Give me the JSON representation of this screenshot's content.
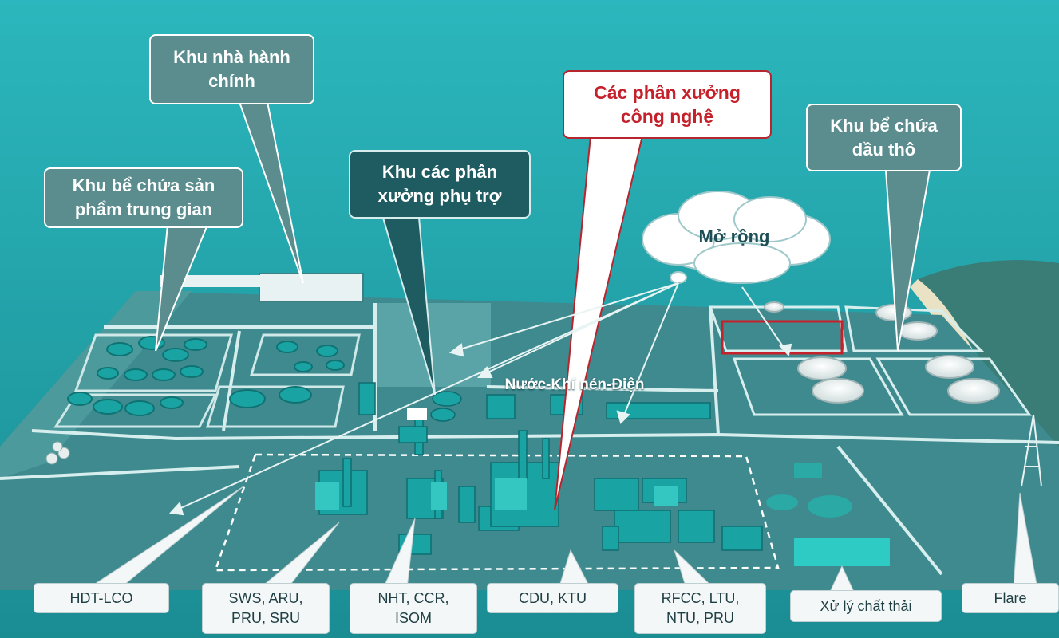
{
  "colors": {
    "sky_top": "#2bb7bd",
    "sky_bottom": "#1a8d93",
    "ground": "#3f8a8f",
    "ground_light": "#6fb3b4",
    "tank": "#1aa3a3",
    "highlight": "#33c5c0",
    "road": "#d7eeee",
    "accent_red": "#c4212b",
    "callout_grey": "#5b8d8e",
    "callout_dark": "#1f5c61"
  },
  "callouts": {
    "admin": "Khu nhà hành\nchính",
    "intermediate_tanks": "Khu bể chứa sản\nphẩm trung gian",
    "utilities": "Khu các phân\nxưởng phụ trợ",
    "process_units": "Các phân xưởng\ncông nghệ",
    "crude_tanks": "Khu bể chứa\ndầu thô",
    "expansion": "Mở rộng",
    "utility_center": "Nước-Khí nén-Điện"
  },
  "units": [
    "HDT-LCO",
    "SWS, ARU,\nPRU, SRU",
    "NHT, CCR,\nISOM",
    "CDU, KTU",
    "RFCC, LTU,\nNTU, PRU",
    "Xử lý chất thải",
    "Flare"
  ]
}
